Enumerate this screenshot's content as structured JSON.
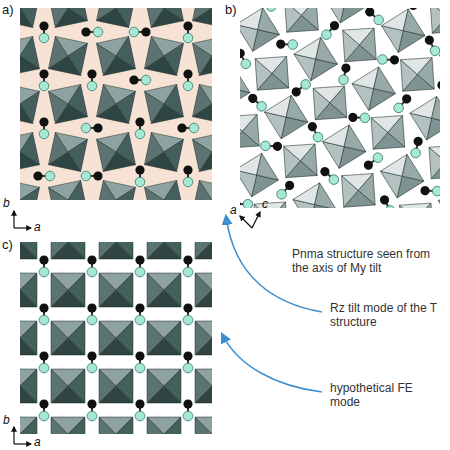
{
  "diagram": {
    "labels": [
      "a)",
      "b)",
      "b",
      "a",
      "c",
      "a",
      "Pnma structure seen from the axis of My tilt",
      "c)",
      "Rz tilt mode of the T structure",
      "b",
      "a",
      "hypothetical FE mode"
    ]
  }
}
